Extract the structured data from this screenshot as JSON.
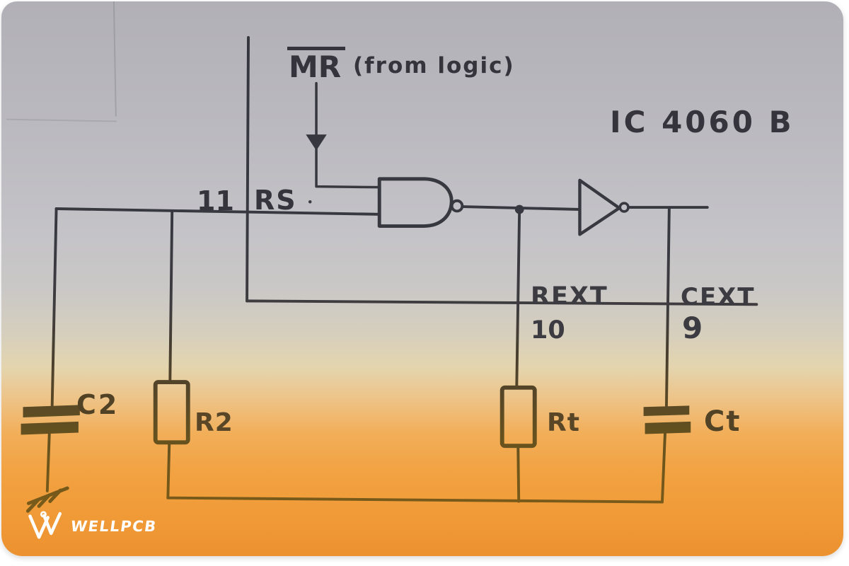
{
  "schematic": {
    "ic_title": "IC 4060 B",
    "mr_label": "MR",
    "mr_note": "(from logic)",
    "pins": {
      "pin11": "11",
      "rs": "RS",
      "rext": "REXT",
      "pin10": "10",
      "cext": "CEXT",
      "pin9": "9"
    },
    "components": {
      "c2": "C2",
      "r2": "R2",
      "rt": "Rt",
      "ct": "Ct"
    }
  },
  "watermark": {
    "brand": "WELLPCB"
  },
  "colors": {
    "ink_dark": "#35343c",
    "ink_brown": "#75591a",
    "paper_gray": "#b8b7bd",
    "paper_orange": "#ee9531",
    "watermark_text": "#ffffff"
  }
}
